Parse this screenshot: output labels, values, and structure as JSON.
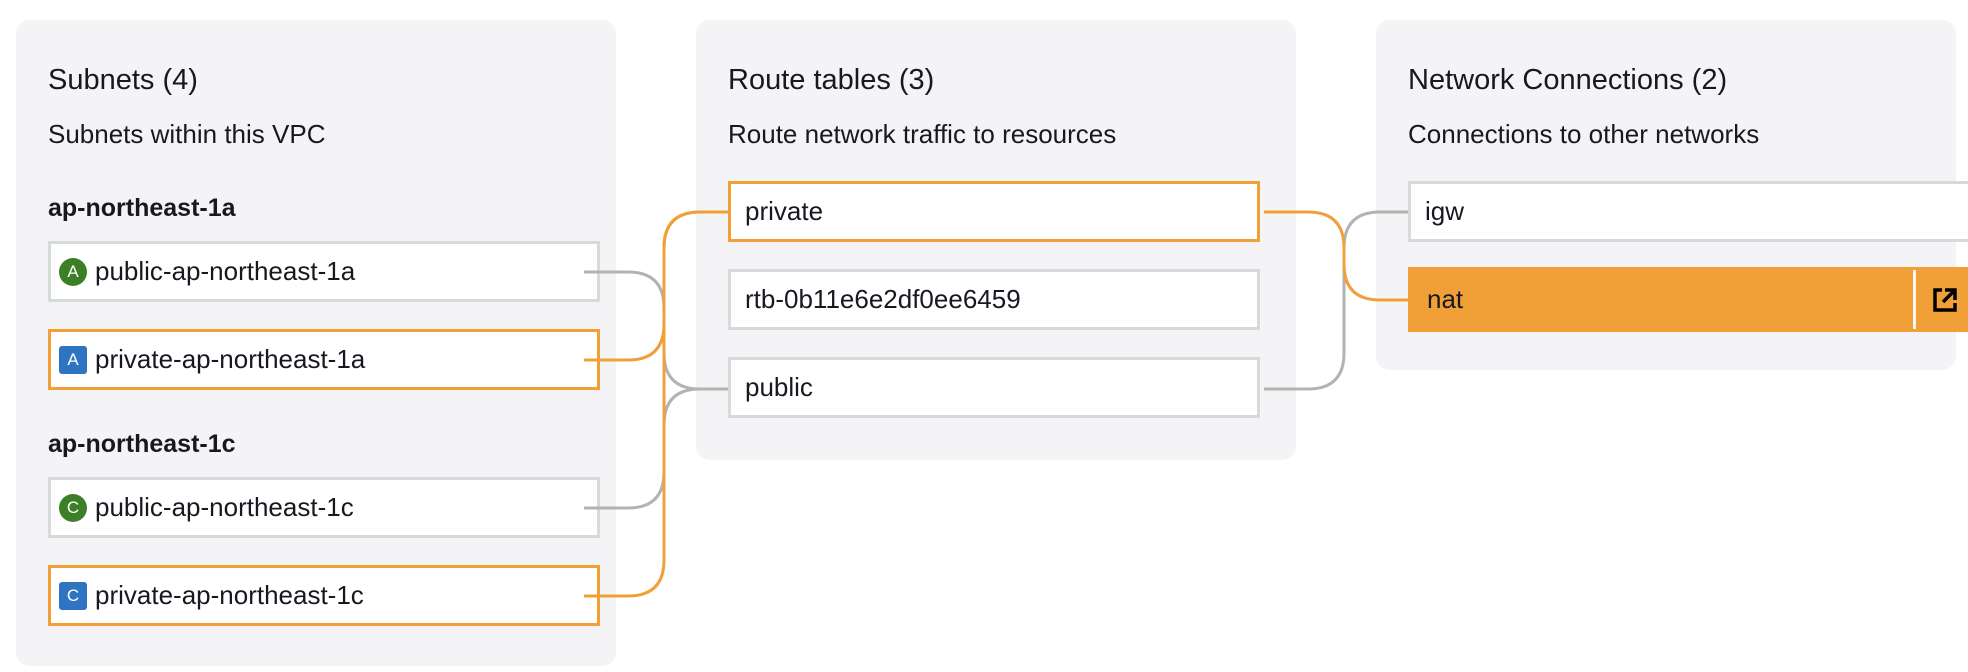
{
  "colors": {
    "panel_bg": "#f4f4f6",
    "node_border": "#d5dbdb",
    "selected_accent": "#f0a037",
    "link_default": "#b3b3b3",
    "public_badge": "#3b7f26",
    "private_badge": "#2f74c0"
  },
  "subnets": {
    "title": "Subnets (4)",
    "description": "Subnets within this VPC",
    "zones": [
      {
        "name": "ap-northeast-1a",
        "items": [
          {
            "badge": "A",
            "badge_type": "public",
            "label": "public-ap-northeast-1a",
            "selected": false
          },
          {
            "badge": "A",
            "badge_type": "private",
            "label": "private-ap-northeast-1a",
            "selected": true
          }
        ]
      },
      {
        "name": "ap-northeast-1c",
        "items": [
          {
            "badge": "C",
            "badge_type": "public",
            "label": "public-ap-northeast-1c",
            "selected": false
          },
          {
            "badge": "C",
            "badge_type": "private",
            "label": "private-ap-northeast-1c",
            "selected": true
          }
        ]
      }
    ]
  },
  "route_tables": {
    "title": "Route tables (3)",
    "description": "Route network traffic to resources",
    "items": [
      {
        "label": "private",
        "selected": true
      },
      {
        "label": "rtb-0b11e6e2df0ee6459",
        "selected": false
      },
      {
        "label": "public",
        "selected": false
      }
    ]
  },
  "network_connections": {
    "title": "Network Connections (2)",
    "description": "Connections to other networks",
    "items": [
      {
        "label": "igw",
        "active": false,
        "icon": "external-link-icon"
      },
      {
        "label": "nat",
        "active": true,
        "icon": "external-link-icon"
      }
    ]
  },
  "links": [
    {
      "from": "public-ap-northeast-1a",
      "to": "public",
      "highlighted": false
    },
    {
      "from": "private-ap-northeast-1a",
      "to": "private",
      "highlighted": true
    },
    {
      "from": "public-ap-northeast-1c",
      "to": "public",
      "highlighted": false
    },
    {
      "from": "private-ap-northeast-1c",
      "to": "private",
      "highlighted": true
    },
    {
      "from": "private",
      "to": "nat",
      "highlighted": true
    },
    {
      "from": "public",
      "to": "igw",
      "highlighted": false
    }
  ]
}
